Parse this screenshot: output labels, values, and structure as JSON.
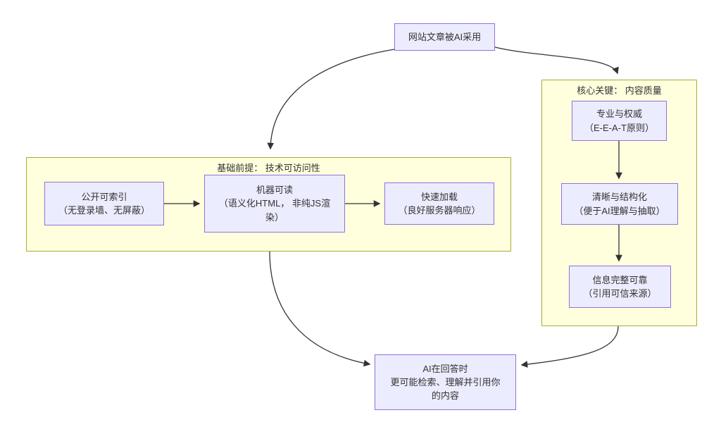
{
  "diagram": {
    "type": "flowchart",
    "colors": {
      "node_fill": "#ECECFF",
      "node_border": "#9370DB",
      "cluster_fill": "#FFFFDE",
      "cluster_border": "#AAAA33",
      "edge": "#333333",
      "text": "#333333"
    },
    "clusters": {
      "tech": {
        "title": "基础前提： 技术可访问性"
      },
      "quality": {
        "title": "核心关键： 内容质量"
      }
    },
    "nodes": {
      "source": {
        "line1": "网站文章被AI采用"
      },
      "indexable": {
        "line1": "公开可索引",
        "line2": "（无登录墙、无屏蔽）"
      },
      "machine_readable": {
        "line1": "机器可读",
        "line2": "（语义化HTML， 非纯JS渲",
        "line3": "染）"
      },
      "fast_loading": {
        "line1": "快速加载",
        "line2": "（良好服务器响应）"
      },
      "expertise": {
        "line1": "专业与权威",
        "line2": "（E-E-A-T原则）"
      },
      "clarity": {
        "line1": "清晰与结构化",
        "line2": "（便于AI理解与抽取）"
      },
      "completeness": {
        "line1": "信息完整可靠",
        "line2": "（引用可信来源）"
      },
      "outcome": {
        "line1": "AI在回答时",
        "line2": "更可能检索、理解并引用你",
        "line3": "的内容"
      }
    },
    "edges": [
      "source -> cluster-tech",
      "source -> cluster-quality",
      "indexable -> machine_readable",
      "machine_readable -> fast_loading",
      "expertise -> clarity",
      "clarity -> completeness",
      "cluster-tech -> outcome",
      "cluster-quality -> outcome"
    ]
  }
}
